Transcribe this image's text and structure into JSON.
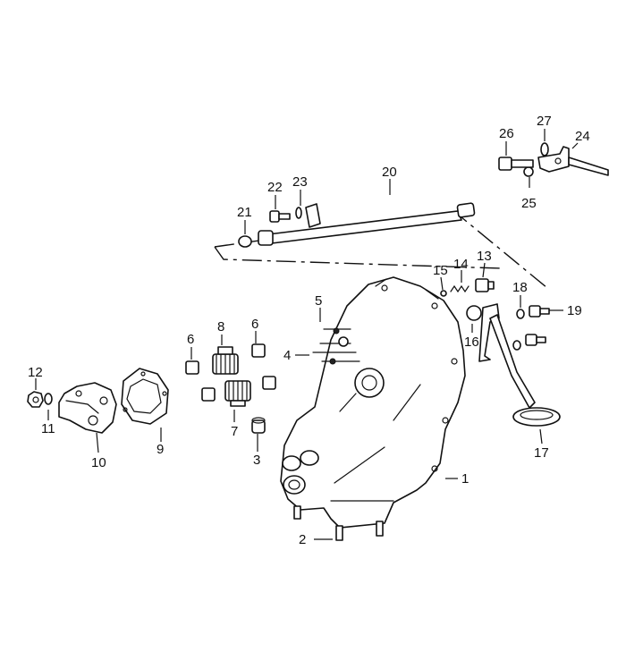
{
  "diagram": {
    "labels": [
      "1",
      "2",
      "3",
      "4",
      "5",
      "6",
      "6",
      "7",
      "8",
      "9",
      "10",
      "11",
      "12",
      "13",
      "14",
      "15",
      "16",
      "17",
      "18",
      "19",
      "20",
      "21",
      "22",
      "23",
      "24",
      "25",
      "26",
      "27"
    ]
  }
}
